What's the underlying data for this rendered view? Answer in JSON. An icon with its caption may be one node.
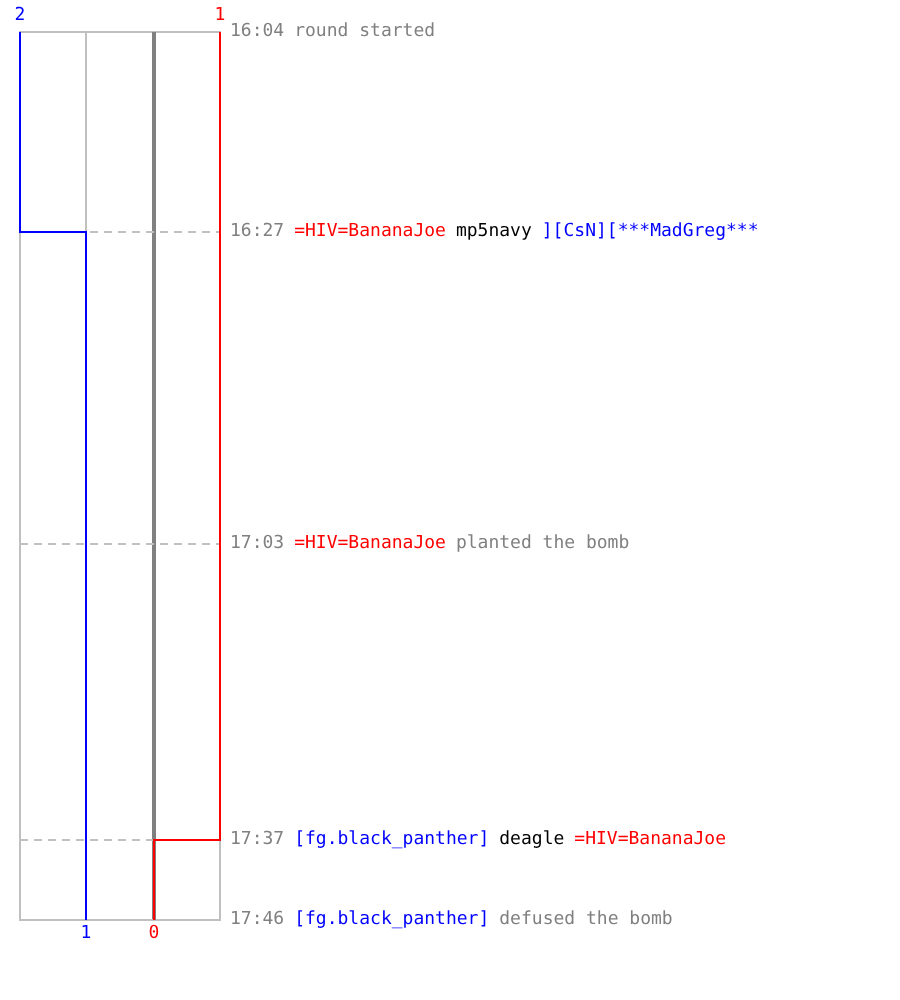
{
  "diagram": {
    "labels": [
      "2",
      "1",
      "16:04",
      "round started",
      "16:27",
      "=HIV=BananaJoe",
      "mp5navy",
      "][CsN][***MadGreg***",
      "17:03",
      "=HIV=BananaJoe",
      "planted the bomb",
      "17:37",
      "[fg.black_panther]",
      "deagle",
      "=HIV=BananaJoe",
      "17:46",
      "[fg.black_panther]",
      "defused the bomb",
      "1",
      "0"
    ]
  }
}
